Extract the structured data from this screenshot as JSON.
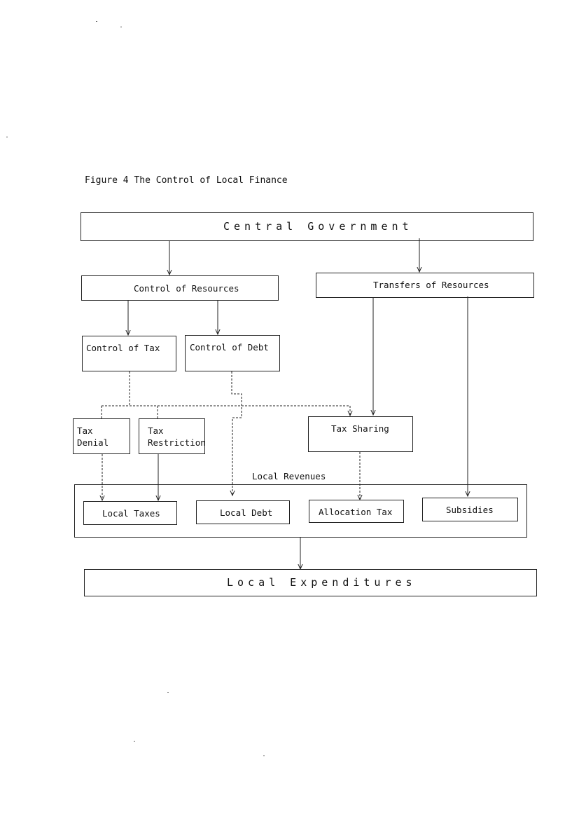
{
  "figure": {
    "caption": "Figure 4  The Control of Local Finance"
  },
  "boxes": {
    "central_government": "Central Government",
    "control_of_resources": "Control of Resources",
    "transfers_of_resources": "Transfers of Resources",
    "control_of_tax": "Control of Tax",
    "control_of_debt": "Control of Debt",
    "tax_denial": "Tax Denial",
    "tax_restriction": "Tax\nRestriction",
    "tax_sharing": "Tax Sharing",
    "local_taxes": "Local Taxes",
    "local_debt": "Local Debt",
    "allocation_tax": "Allocation Tax",
    "subsidies": "Subsidies",
    "local_expenditures": "Local Expenditures"
  },
  "group_labels": {
    "local_revenues": "Local Revenues"
  }
}
